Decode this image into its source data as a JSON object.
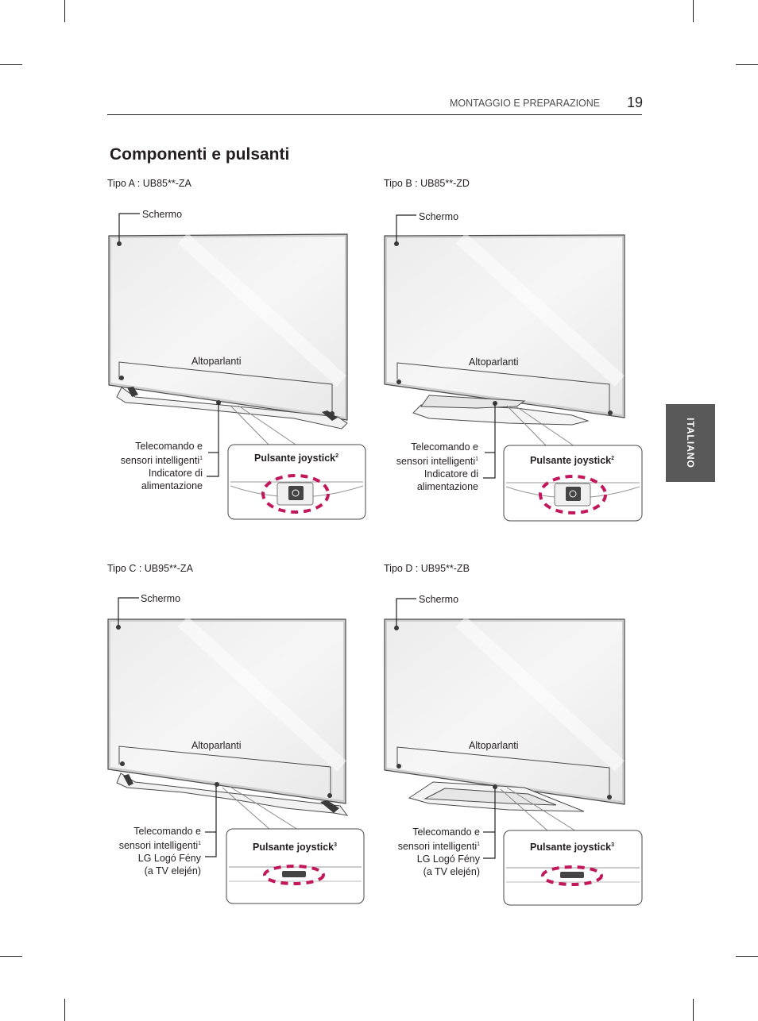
{
  "header": {
    "section": "MONTAGGIO E PREPARAZIONE",
    "page_number": "19"
  },
  "title": "Componenti e pulsanti",
  "side_tab": "ITALIANO",
  "models": [
    {
      "type_label": "Tipo A : UB85**-ZA",
      "screen": "Schermo",
      "speakers": "Altoparlanti",
      "callout_line1": "Telecomando e",
      "callout_line2": "sensori intelligenti",
      "callout_sup": "1",
      "callout_line3": "Indicatore di",
      "callout_line4": "alimentazione",
      "joystick": "Pulsante joystick",
      "joystick_sup": "2"
    },
    {
      "type_label": "Tipo B : UB85**-ZD",
      "screen": "Schermo",
      "speakers": "Altoparlanti",
      "callout_line1": "Telecomando e",
      "callout_line2": "sensori intelligenti",
      "callout_sup": "1",
      "callout_line3": "Indicatore di",
      "callout_line4": "alimentazione",
      "joystick": "Pulsante joystick",
      "joystick_sup": "2"
    },
    {
      "type_label": "Tipo C : UB95**-ZA",
      "screen": "Schermo",
      "speakers": "Altoparlanti",
      "callout_line1": "Telecomando e",
      "callout_line2": "sensori intelligenti",
      "callout_sup": "1",
      "callout_line3": "LG Logó Fény",
      "callout_line4": "(a TV elején)",
      "joystick": "Pulsante joystick",
      "joystick_sup": "3"
    },
    {
      "type_label": "Tipo D : UB95**-ZB",
      "screen": "Schermo",
      "speakers": "Altoparlanti",
      "callout_line1": "Telecomando e",
      "callout_line2": "sensori intelligenti",
      "callout_sup": "1",
      "callout_line3": "LG Logó Fény",
      "callout_line4": "(a TV elején)",
      "joystick": "Pulsante joystick",
      "joystick_sup": "3"
    }
  ],
  "colors": {
    "dashed_highlight": "#c2185b",
    "side_tab": "#595959",
    "text": "#231f20"
  }
}
